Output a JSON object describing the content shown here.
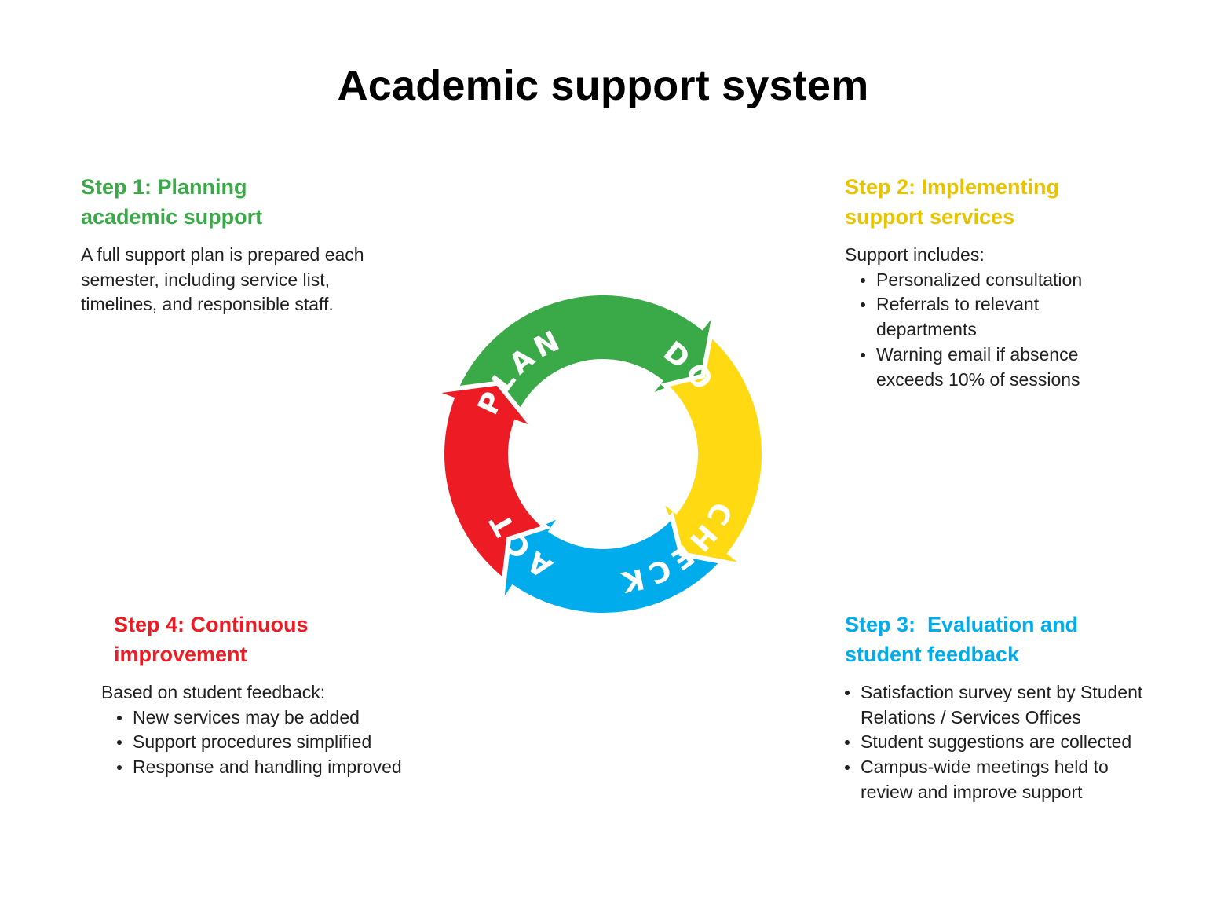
{
  "title": "Academic support system",
  "colors": {
    "plan": "#3AAA48",
    "do": "#FFD911",
    "check": "#00ACEC",
    "act": "#ED1C24"
  },
  "cycle": {
    "plan_label": "PLAN",
    "do_label": "DO",
    "check_label": "CHECK",
    "act_label": "ACT"
  },
  "steps": {
    "step1": {
      "title_line1": "Step 1: Planning",
      "title_line2": "academic support",
      "text": "A full support plan is prepared each semester, including service list, timelines, and responsible staff."
    },
    "step2": {
      "title_line1": "Step 2: Implementing",
      "title_line2": "support services",
      "intro": "Support includes:",
      "items": [
        "Personalized consultation",
        "Referrals to relevant departments",
        "Warning email if absence exceeds 10% of sessions"
      ]
    },
    "step3": {
      "title_line1": "Step 3:  Evaluation and",
      "title_line2": "student feedback",
      "items": [
        "Satisfaction survey sent by Student Relations / Services Offices",
        "Student suggestions are collected",
        "Campus-wide meetings held to review and improve support"
      ]
    },
    "step4": {
      "title_line1": "Step 4: Continuous",
      "title_line2": "improvement",
      "intro": "Based on student feedback:",
      "items": [
        "New services may be added",
        "Support procedures simplified",
        "Response and handling improved"
      ]
    }
  }
}
